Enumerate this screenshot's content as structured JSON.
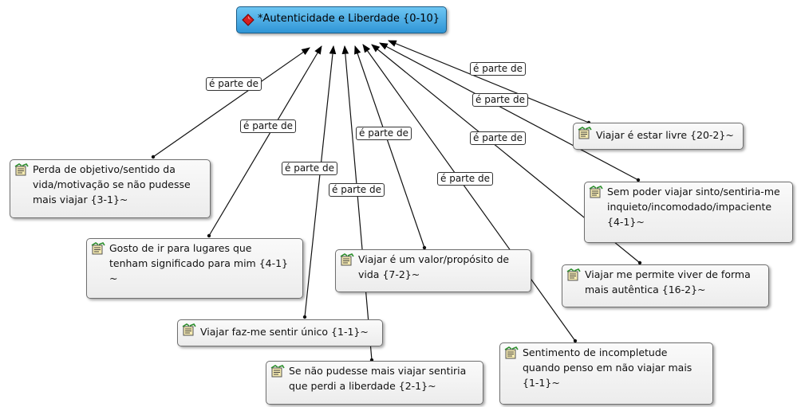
{
  "root": {
    "label": "*Autenticidade e Liberdade {0-10}",
    "color": "#3aa3e0"
  },
  "relation_label": "é parte de",
  "nodes": [
    {
      "id": "n1",
      "lines": [
        "Perda de objetivo/sentido da",
        "vida/motivação se não pudesse",
        "mais viajar {3-1}~"
      ]
    },
    {
      "id": "n2",
      "lines": [
        "Gosto de ir para lugares que",
        "tenham significado para mim {4-1}",
        "~"
      ]
    },
    {
      "id": "n3",
      "lines": [
        "Viajar faz-me sentir único {1-1}~"
      ]
    },
    {
      "id": "n4",
      "lines": [
        "Se não pudesse mais viajar sentiria",
        "que perdi a liberdade {2-1}~"
      ]
    },
    {
      "id": "n5",
      "lines": [
        "Viajar é um valor/propósito de",
        "vida {7-2}~"
      ]
    },
    {
      "id": "n6",
      "lines": [
        "Sentimento de incompletude",
        "quando penso em não viajar mais",
        "{1-1}~"
      ]
    },
    {
      "id": "n7",
      "lines": [
        "Viajar me permite viver de forma",
        "mais autêntica {16-2}~"
      ]
    },
    {
      "id": "n8",
      "lines": [
        "Sem poder viajar sinto/sentiria-me",
        "inquieto/incomodado/impaciente",
        "{4-1}~"
      ]
    },
    {
      "id": "n9",
      "lines": [
        "Viajar é estar livre {20-2}~"
      ]
    }
  ],
  "edges": [
    {
      "from": "n1",
      "label": "é parte de"
    },
    {
      "from": "n2",
      "label": "é parte de"
    },
    {
      "from": "n3",
      "label": "é parte de"
    },
    {
      "from": "n4",
      "label": "é parte de"
    },
    {
      "from": "n5",
      "label": "é parte de"
    },
    {
      "from": "n6",
      "label": "é parte de"
    },
    {
      "from": "n7",
      "label": "é parte de"
    },
    {
      "from": "n8",
      "label": "é parte de"
    },
    {
      "from": "n9",
      "label": "é parte de"
    }
  ]
}
